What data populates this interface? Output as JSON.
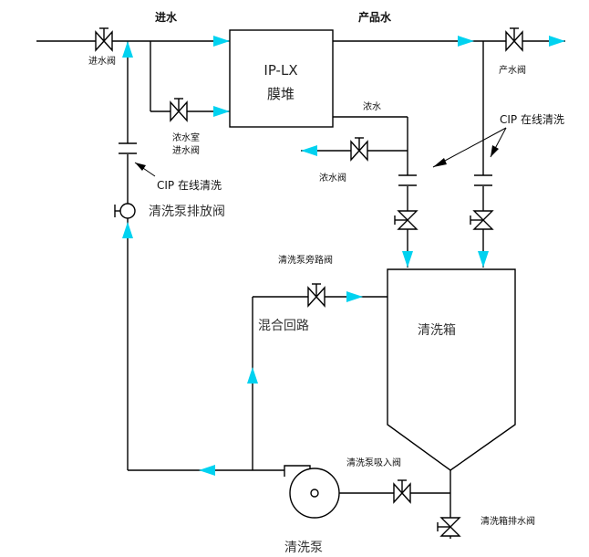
{
  "colors": {
    "pipe": "#000000",
    "flow_arrow": "#00d2f0",
    "background": "#ffffff"
  },
  "labels": {
    "inlet_water": "进水",
    "product_water": "产品水",
    "inlet_valve": "进水阀",
    "product_valve": "产水阀",
    "stack_title": "IP-LX",
    "stack_subtitle": "膜堆",
    "concentrate_water": "浓水",
    "concentrate_inlet_line1": "浓水室",
    "concentrate_inlet_line2": "进水阀",
    "concentrate_valve": "浓水阀",
    "cip_right": "CIP 在线清洗",
    "cip_left": "CIP 在线清洗",
    "pump_drain_valve": "清洗泵排放阀",
    "pump_bypass_valve": "清洗泵旁路阀",
    "mixing_loop": "混合回路",
    "cleaning_tank": "清洗箱",
    "pump_suction_valve": "清洗泵吸入阀",
    "tank_drain_valve": "清洗箱排水阀",
    "cleaning_pump": "清洗泵"
  }
}
